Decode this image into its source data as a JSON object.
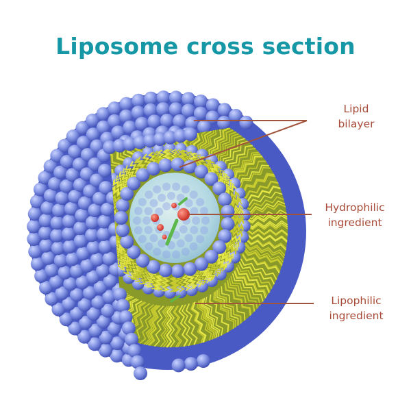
{
  "title": "Liposome cross section",
  "labels": {
    "lipid_bilayer": [
      "Lipid",
      "bilayer"
    ],
    "hydrophilic": [
      "Hydrophilic",
      "ingredient"
    ],
    "lipophilic": [
      "Lipophilic",
      "ingredient"
    ]
  },
  "colors": {
    "title": "#1597a6",
    "label": "#a84a37",
    "leader_line": "#a2533b",
    "head_group": "#7b8ee0",
    "lipid_tail": "#d8db3e",
    "core": "#bfe3f5",
    "hydrophilic_molecule": "#e0453a",
    "lipophilic_molecule": "#5cb84a"
  }
}
